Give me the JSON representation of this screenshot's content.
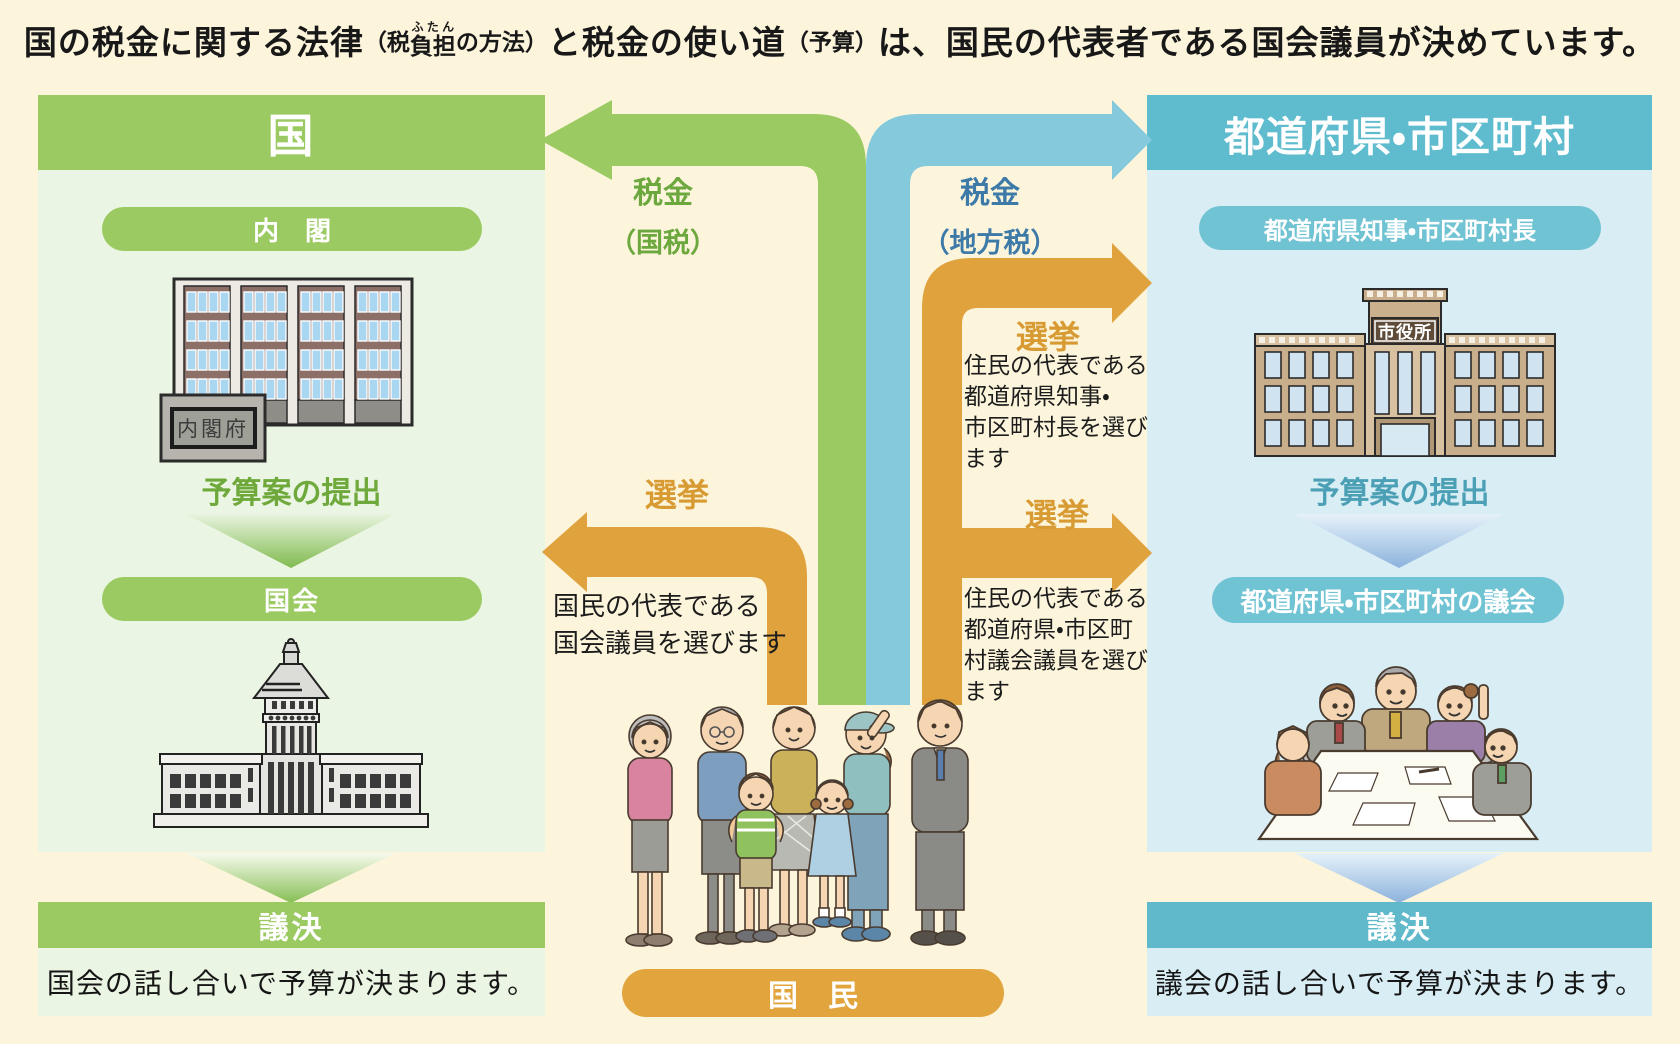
{
  "title": {
    "part1": "国の税金に関する法律",
    "paren1_open": "（税",
    "ruby_base": "負担",
    "ruby_text": "ふたん",
    "paren1_close": "の方法）",
    "part2": "と税金の使い道",
    "paren2": "（予算）",
    "part3": "は、国民の代表者である国会議員が決めています。"
  },
  "left_panel": {
    "header": "国",
    "cabinet_badge": "内　閣",
    "cabinet_building_sign": "内閣府",
    "budget_label": "予算案の提出",
    "diet_badge": "国会",
    "vote_bar": "議決",
    "bottom_note": "国会の話し合いで予算が決まります。"
  },
  "right_panel": {
    "header": "都道府県・市区町村",
    "governor_badge": "都道府県知事・市区町村長",
    "cityhall_sign": "市役所",
    "budget_label": "予算案の提出",
    "assembly_badge": "都道府県・市区町村の議会",
    "vote_bar": "議決",
    "bottom_note": "議会の話し合いで予算が決まります。"
  },
  "center": {
    "tax_national": {
      "label": "税金",
      "sub": "（国税）"
    },
    "tax_local": {
      "label": "税金",
      "sub": "（地方税）"
    },
    "election_left": {
      "label": "選挙",
      "lines": [
        "国民の代表である",
        "国会議員を選びます"
      ]
    },
    "election_right_top": {
      "label": "選挙",
      "lines": [
        "住民の代表である",
        "都道府県知事・",
        "市区町村長を選び",
        "ます"
      ]
    },
    "election_right_bottom": {
      "label": "選挙",
      "lines": [
        "住民の代表である",
        "都道府県・市区町",
        "村議会議員を選び",
        "ます"
      ]
    },
    "citizens_label": "国　民"
  },
  "colors": {
    "background": "#FCF5DC",
    "green": "#9BCA62",
    "light_green": "#EBF5E3",
    "teal": "#5FBCCE",
    "teal_pill": "#70C3D3",
    "light_blue": "#D9EDF5",
    "orange": "#E0A23D",
    "blue_arrow": "#85C9DC",
    "green_text": "#6CA83E",
    "blue_text": "#3E7AA8",
    "orange_text": "#D89B33"
  }
}
